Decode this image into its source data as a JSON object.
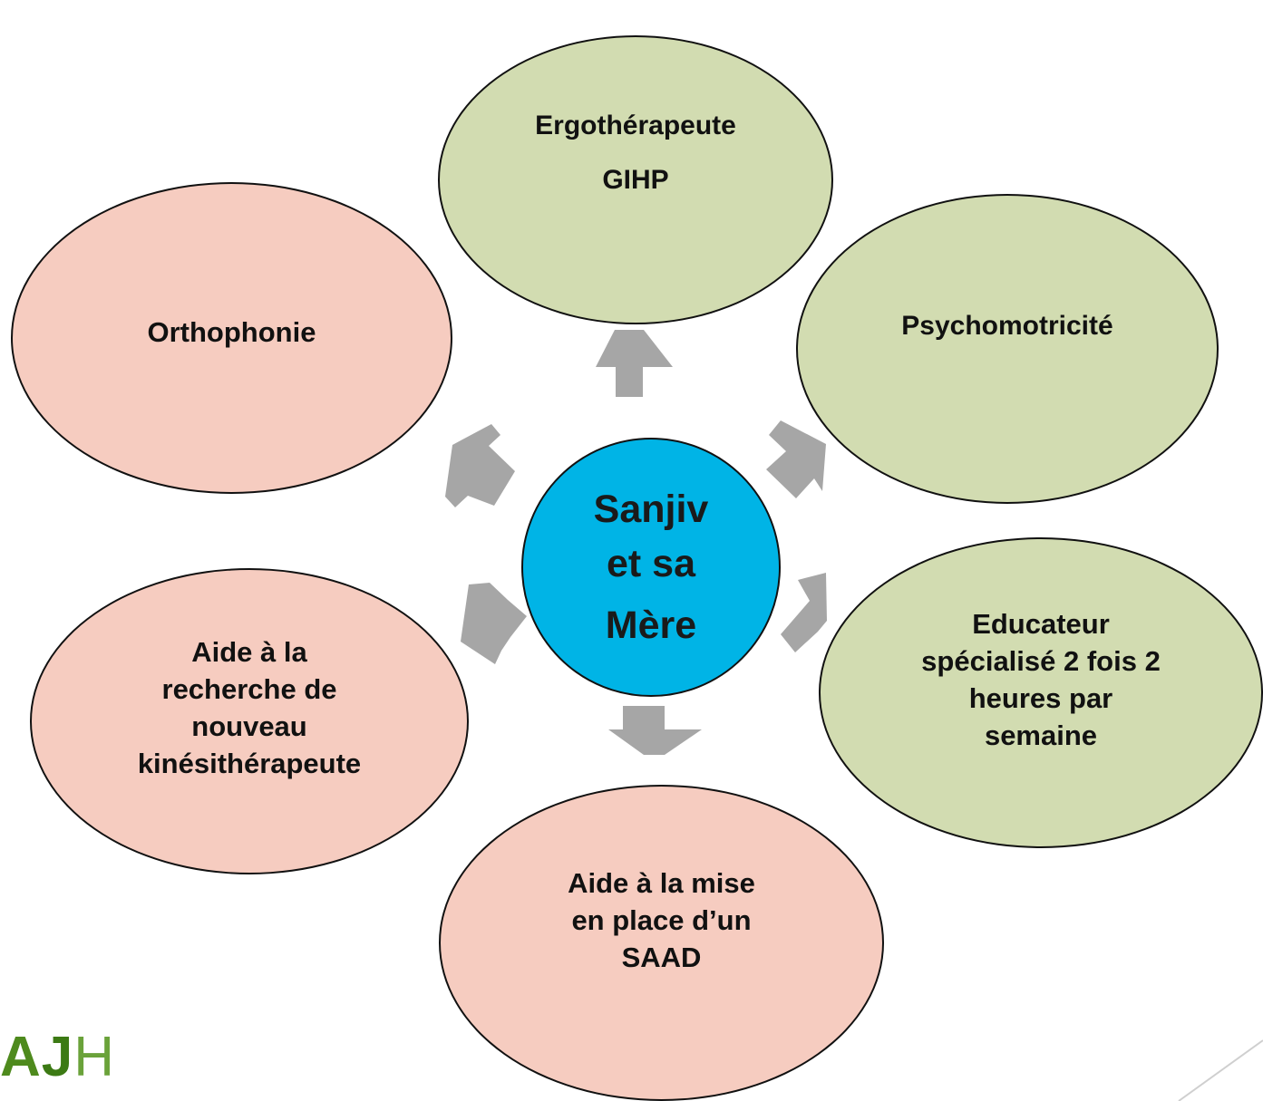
{
  "diagram": {
    "center": {
      "line1": "Sanjiv",
      "line2": "et sa",
      "line3": "Mère",
      "color": "#00b4e6"
    },
    "nodes": {
      "ergotherapeute": {
        "text": "Ergothérapeute\n\nGIHP",
        "color": "#d2dcb1"
      },
      "psychomotricite": {
        "text": "Psychomotricité",
        "color": "#d2dcb1"
      },
      "educateur": {
        "text": "Educateur\nspécialisé 2 fois 2\nheures par\nsemaine",
        "color": "#d2dcb1"
      },
      "saad": {
        "text": "Aide à la mise\nen place d’un\nSAAD",
        "color": "#f6ccc0"
      },
      "kine": {
        "text": "Aide à la\nrecherche de\nnouveau\nkinésithérapeute",
        "color": "#f6ccc0"
      },
      "orthophonie": {
        "text": "Orthophonie",
        "color": "#f6ccc0"
      }
    },
    "arrow_color": "#a6a6a6"
  },
  "logo": {
    "text_a": "A",
    "text_j": "J",
    "text_h": "H"
  }
}
